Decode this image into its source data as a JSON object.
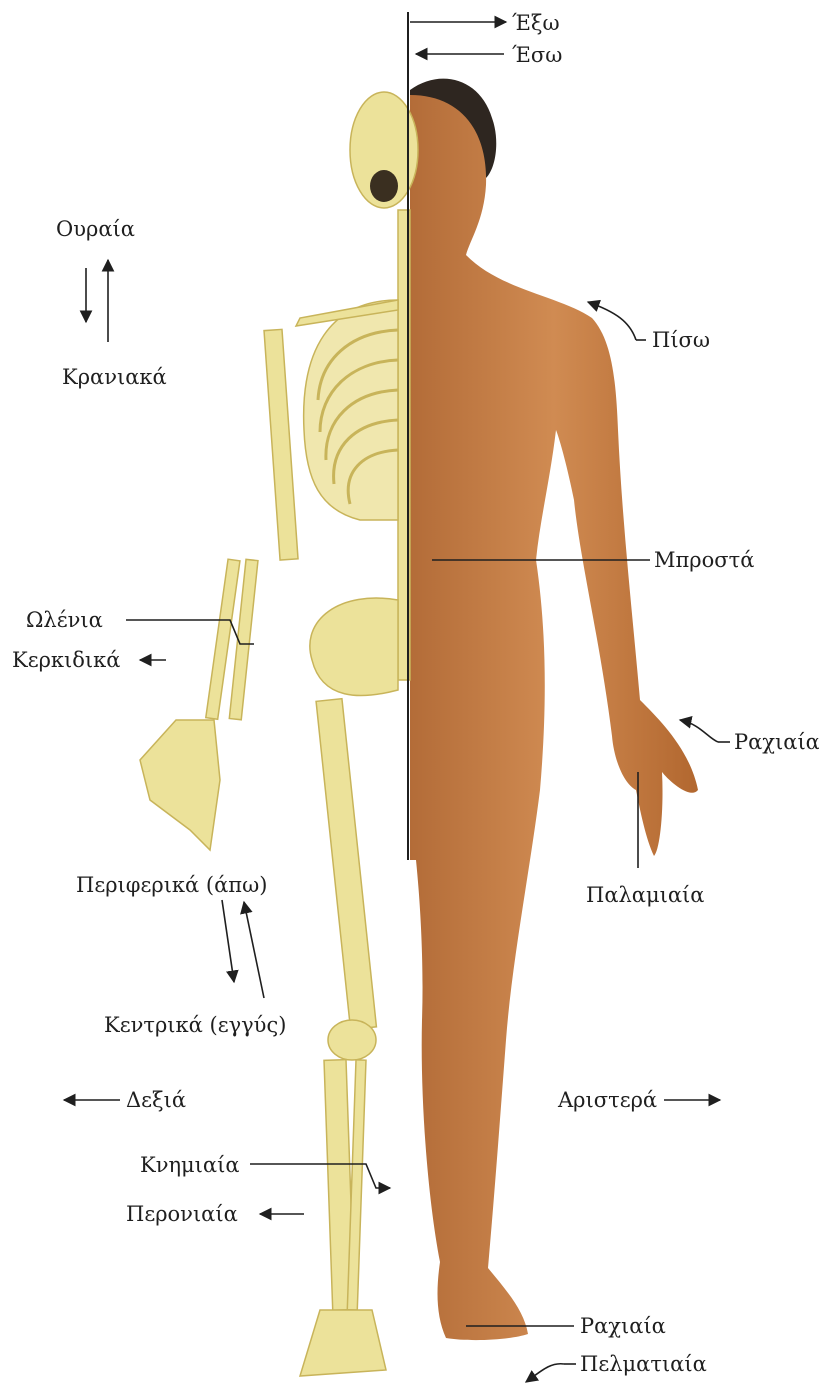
{
  "labels": {
    "outward": "Έξω",
    "inward": "Έσω",
    "caudal": "Ουραία",
    "cranial": "Κρανιακά",
    "posterior": "Πίσω",
    "anterior": "Μπροστά",
    "ulnar": "Ωλένια",
    "radial": "Κερκιδικά",
    "dorsal_hand": "Ραχιαία",
    "palmar": "Παλαμιαία",
    "distal": "Περιφερικά (άπω)",
    "proximal": "Κεντρικά (εγγύς)",
    "right": "Δεξιά",
    "left": "Αριστερά",
    "tibial": "Κνημιαία",
    "fibular": "Περονιαία",
    "dorsal_foot": "Ραχιαία",
    "plantar": "Πελματιαία"
  },
  "colors": {
    "bone": "#ece29a",
    "bone_shadow": "#c8b45a",
    "skin": "#c8834a",
    "skin_shadow": "#a5602e",
    "hair": "#2e2620",
    "ink": "#1f1f1f"
  }
}
